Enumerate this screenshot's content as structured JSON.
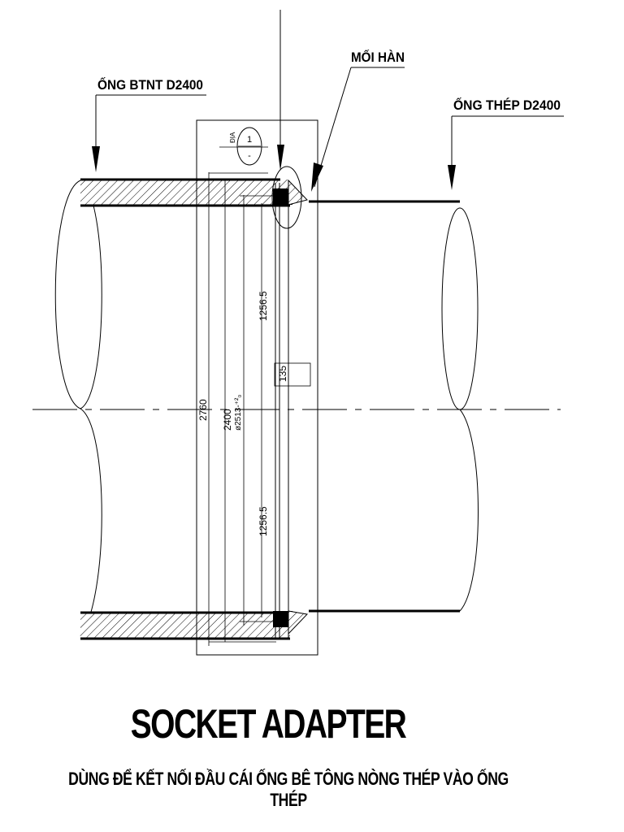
{
  "labels": {
    "concrete_pipe": "ỐNG BTNT D2400",
    "weld": "MỐI HÀN",
    "steel_pipe": "ỐNG THÉP D2400"
  },
  "detail": {
    "label": "1",
    "sub": "-",
    "side_text": "ĐỊA"
  },
  "dimensions": {
    "upper_half": "1256.5",
    "lower_half": "1256.5",
    "socket_width": "135",
    "outer_diameter": "2760",
    "inner_diameter": "2400",
    "socket_diameter": "ø2513-⁺²₀"
  },
  "title": "SOCKET ADAPTER",
  "subtitle": "DÙNG ĐỂ KẾT NỐI ĐẦU CÁI ỐNG BÊ TÔNG NÒNG THÉP VÀO ỐNG THÉP"
}
